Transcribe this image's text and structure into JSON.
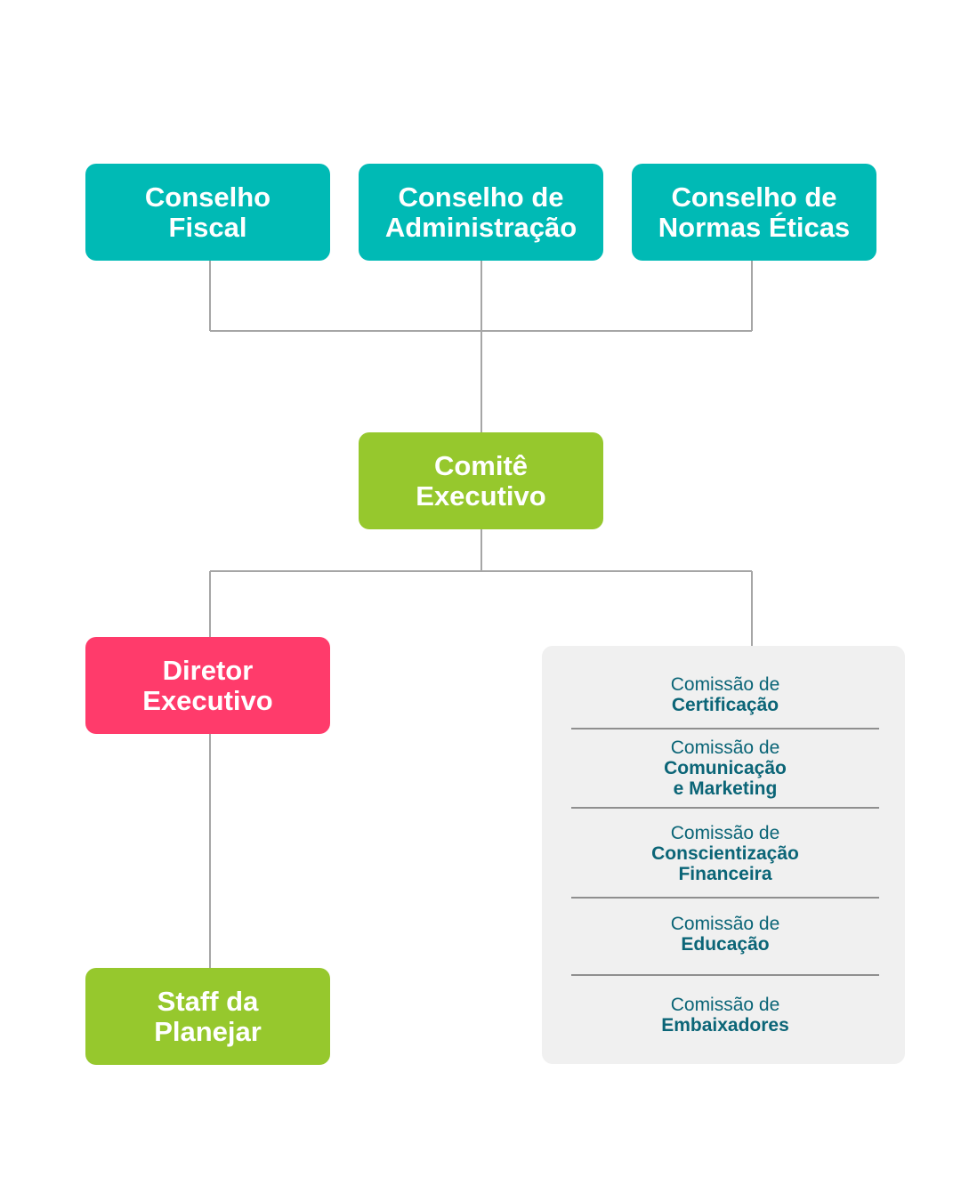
{
  "councils": [
    {
      "lines": [
        "Conselho",
        "Fiscal"
      ]
    },
    {
      "lines": [
        "Conselho de",
        "Administração"
      ]
    },
    {
      "lines": [
        "Conselho de",
        "Normas Éticas"
      ]
    }
  ],
  "executive_committee": {
    "lines": [
      "Comitê",
      "Executivo"
    ]
  },
  "executive_director": {
    "lines": [
      "Diretor",
      "Executivo"
    ]
  },
  "staff": {
    "lines": [
      "Staff da",
      "Planejar"
    ]
  },
  "commissions": [
    {
      "prefix": "Comissão de",
      "name": [
        "Certificação"
      ]
    },
    {
      "prefix": "Comissão de",
      "name": [
        "Comunicação",
        "e Marketing"
      ]
    },
    {
      "prefix": "Comissão de",
      "name": [
        "Conscientização",
        "Financeira"
      ]
    },
    {
      "prefix": "Comissão de",
      "name": [
        "Educação"
      ]
    },
    {
      "prefix": "Comissão de",
      "name": [
        "Embaixadores"
      ]
    }
  ],
  "colors": {
    "teal": "#00bab5",
    "green": "#96c82d",
    "pink": "#ff3b6b",
    "panel": "#f0f0f0",
    "commission_text": "#0b6577",
    "connector": "#a6a6a6"
  }
}
